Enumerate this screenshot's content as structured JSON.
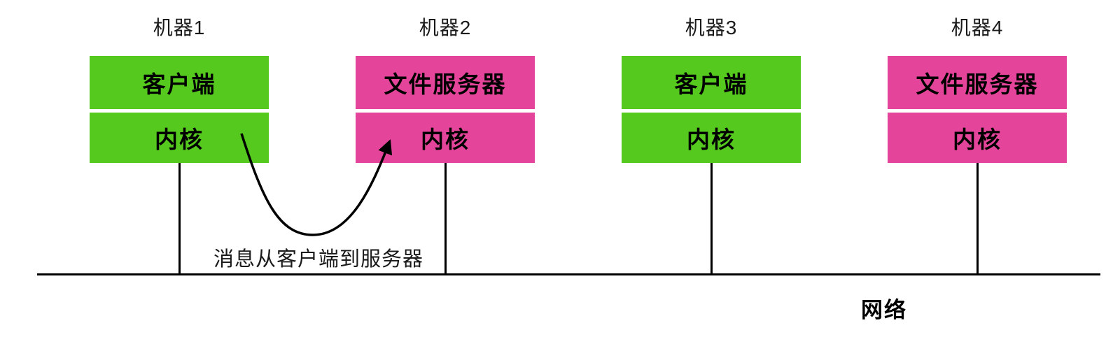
{
  "machines": [
    {
      "title": "机器1",
      "process": "客户端",
      "kernel": "内核",
      "color": "#55c91e"
    },
    {
      "title": "机器2",
      "process": "文件服务器",
      "kernel": "内核",
      "color": "#e4459a"
    },
    {
      "title": "机器3",
      "process": "客户端",
      "kernel": "内核",
      "color": "#55c91e"
    },
    {
      "title": "机器4",
      "process": "文件服务器",
      "kernel": "内核",
      "color": "#e4459a"
    }
  ],
  "arrow": {
    "label": "消息从客户端到服务器"
  },
  "network": {
    "label": "网络"
  },
  "colors": {
    "client_green": "#55c91e",
    "server_pink": "#e4459a",
    "line_black": "#000000"
  }
}
